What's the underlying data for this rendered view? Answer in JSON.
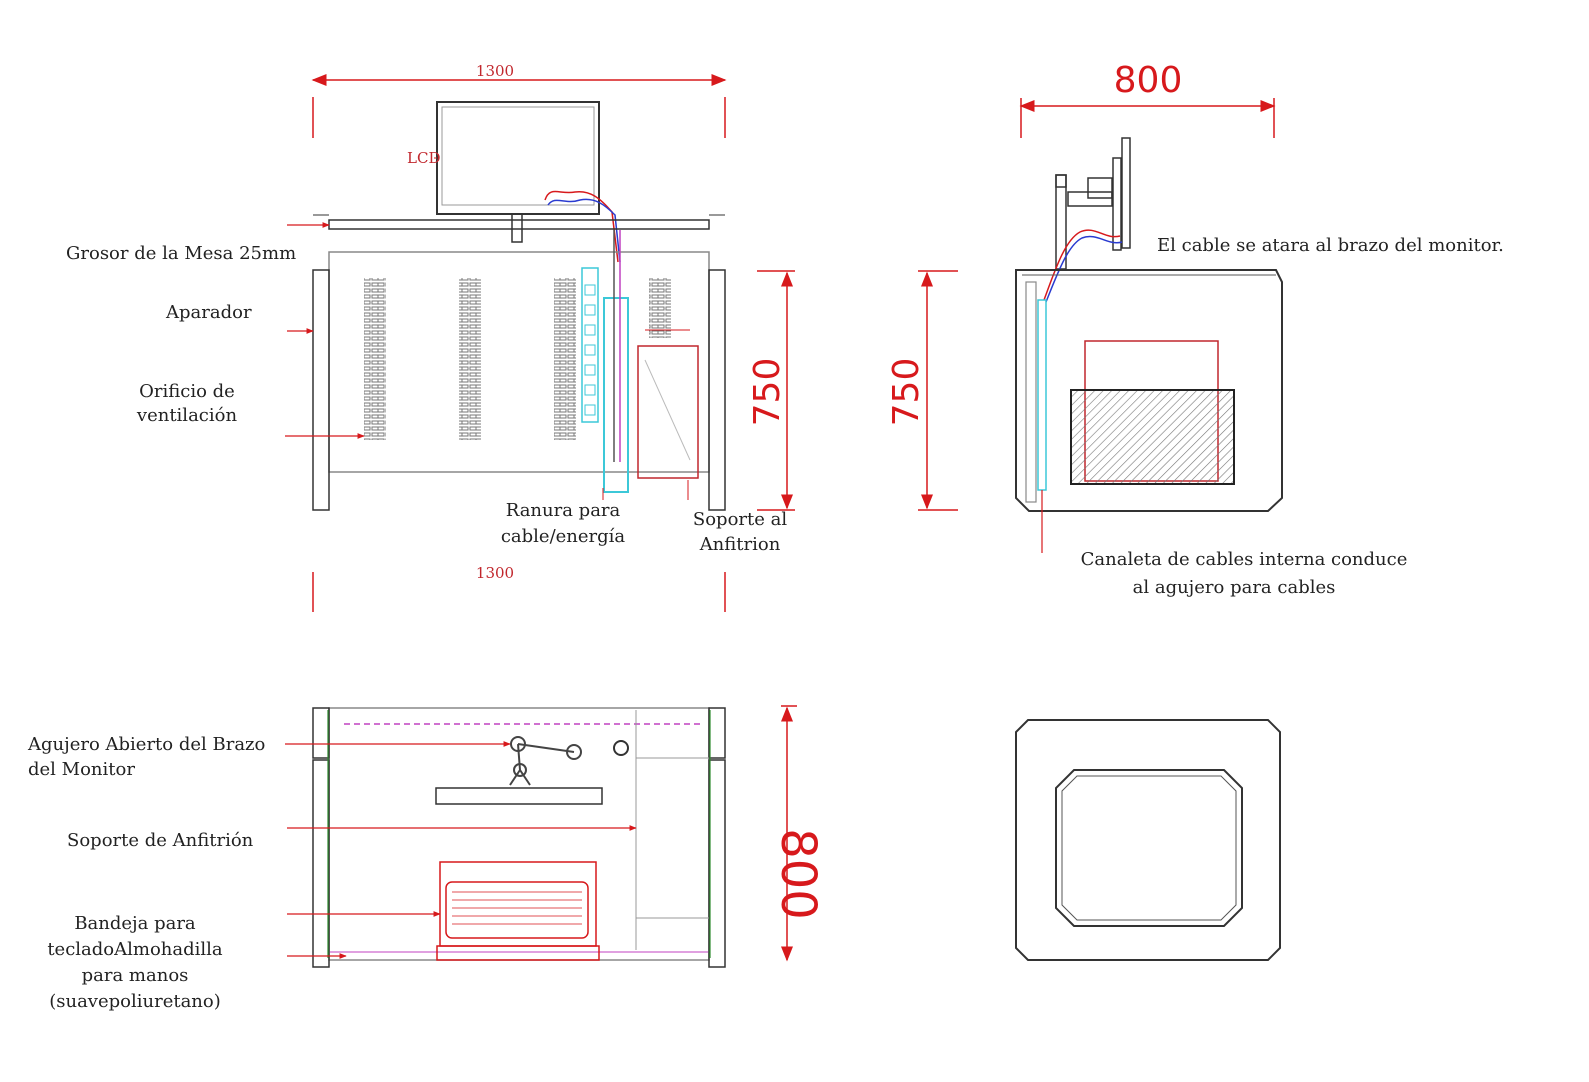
{
  "front_view": {
    "width_top": "1300",
    "width_bottom": "1300",
    "height": "750",
    "lcd_label": "LCD",
    "desk_thickness_label": "Grosor de la Mesa 25mm",
    "sideboard_label": "Aparador",
    "vent_label_line1": "Orificio de",
    "vent_label_line2": "ventilación",
    "slot_label_line1": "Ranura para",
    "slot_label_line2": "cable/energía",
    "host_support_line1": "Soporte al",
    "host_support_line2": "Anfitrion"
  },
  "side_view": {
    "depth": "800",
    "height": "750",
    "cable_note": "El cable se atara al brazo del monitor.",
    "channel_line1": "Canaleta de cables interna conduce",
    "channel_line2": "al agujero para cables"
  },
  "top_view": {
    "depth": "800",
    "arm_hole_line1": "Agujero Abierto del Brazo",
    "arm_hole_line2": "del Monitor",
    "host_support": "Soporte de Anfitrión",
    "tray_line1": "Bandeja para",
    "tray_line2": "tecladoAlmohadilla",
    "tray_line3": "para manos",
    "tray_line4": "(suavepoliuretano)"
  },
  "colors": {
    "dimension": "#d7191c",
    "outline": "#333333",
    "cyan": "#3cc8d8",
    "magenta": "#c040c0"
  }
}
